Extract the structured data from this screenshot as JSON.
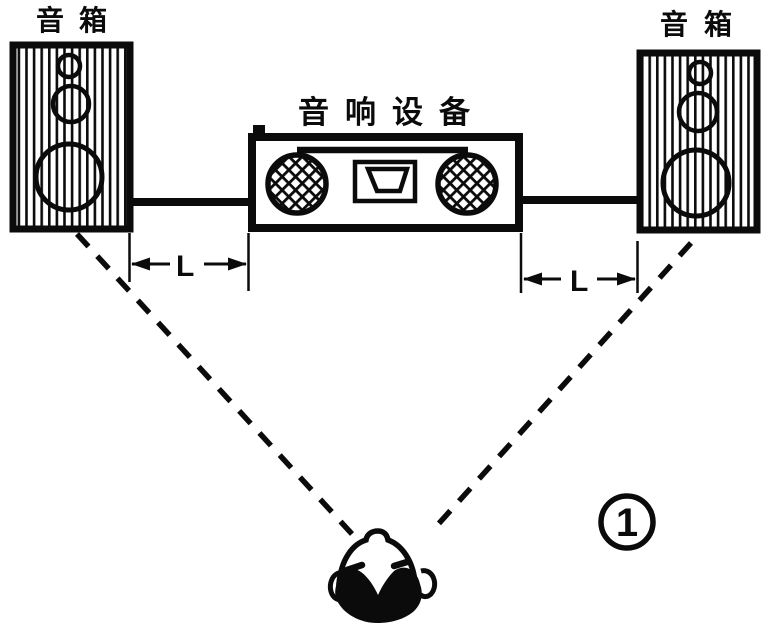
{
  "figure": {
    "left_speaker_label": "音箱",
    "right_speaker_label": "音箱",
    "device_label": "音响设备",
    "left_distance_label": "L",
    "right_distance_label": "L",
    "figure_number": "1"
  },
  "colors": {
    "ink": "#0b0b0b",
    "paper": "#ffffff"
  }
}
